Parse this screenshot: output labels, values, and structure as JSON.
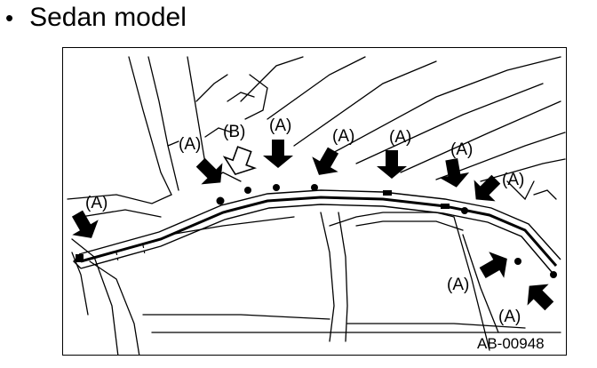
{
  "heading": {
    "bullet": "•",
    "text": "Sedan model"
  },
  "diagram": {
    "callouts": [
      "(A)",
      "(A)",
      "(B)",
      "(A)",
      "(A)",
      "(A)",
      "(A)",
      "(A)",
      "(A)",
      "(A)"
    ],
    "figure_code": "AB-00948"
  }
}
